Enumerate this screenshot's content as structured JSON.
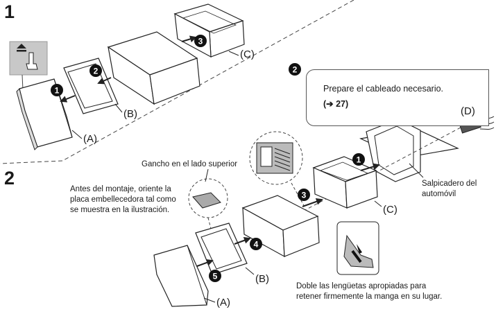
{
  "steps": {
    "step1": "1",
    "step2": "2"
  },
  "labels": {
    "A": "(A)",
    "B": "(B)",
    "C": "(C)",
    "D": "(D)"
  },
  "markers": {
    "m1": "1",
    "m2": "2",
    "m3": "3",
    "m4": "4",
    "m5": "5"
  },
  "notes": {
    "hook_top": "Gancho en el lado superior",
    "before_mount_1": "Antes del montaje, oriente la",
    "before_mount_2": "placa embellecedora tal como",
    "before_mount_3": "se muestra en la ilustración.",
    "dashboard_1": "Salpicadero del",
    "dashboard_2": "automóvil",
    "bend_tabs_1": "Doble las lengüetas apropiadas para",
    "bend_tabs_2": "retener firmemente la manga en su lugar."
  },
  "callout": {
    "text": "Prepare el cableado necesario.",
    "ref": "(➔ 27)"
  },
  "icons": {
    "eject": "eject-icon",
    "hand": "hand-press-icon"
  },
  "colors": {
    "line": "#222222",
    "grey_panel": "#c8c8c8",
    "bg": "#ffffff"
  }
}
